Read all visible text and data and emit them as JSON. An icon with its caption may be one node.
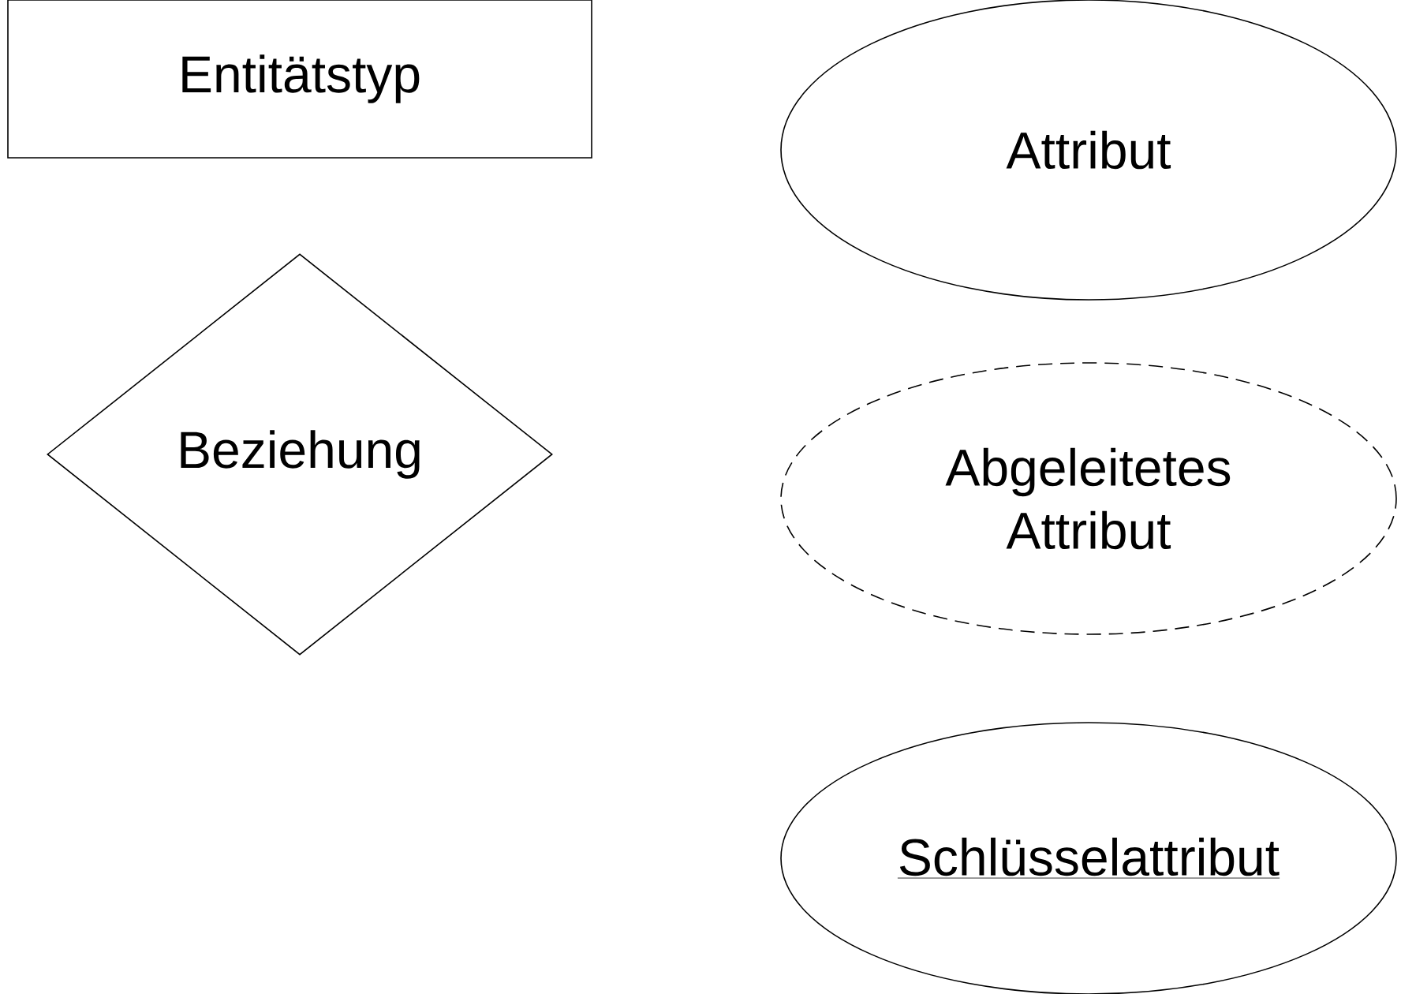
{
  "diagram": {
    "nodes": [
      {
        "text": [
          "Entitätstyp"
        ]
      },
      {
        "text": [
          "Attribut"
        ]
      },
      {
        "text": [
          "Beziehung"
        ]
      },
      {
        "text": [
          "Abgeleitetes Attribut"
        ]
      },
      {
        "text": [
          "Schlüsselattribut"
        ]
      }
    ]
  }
}
